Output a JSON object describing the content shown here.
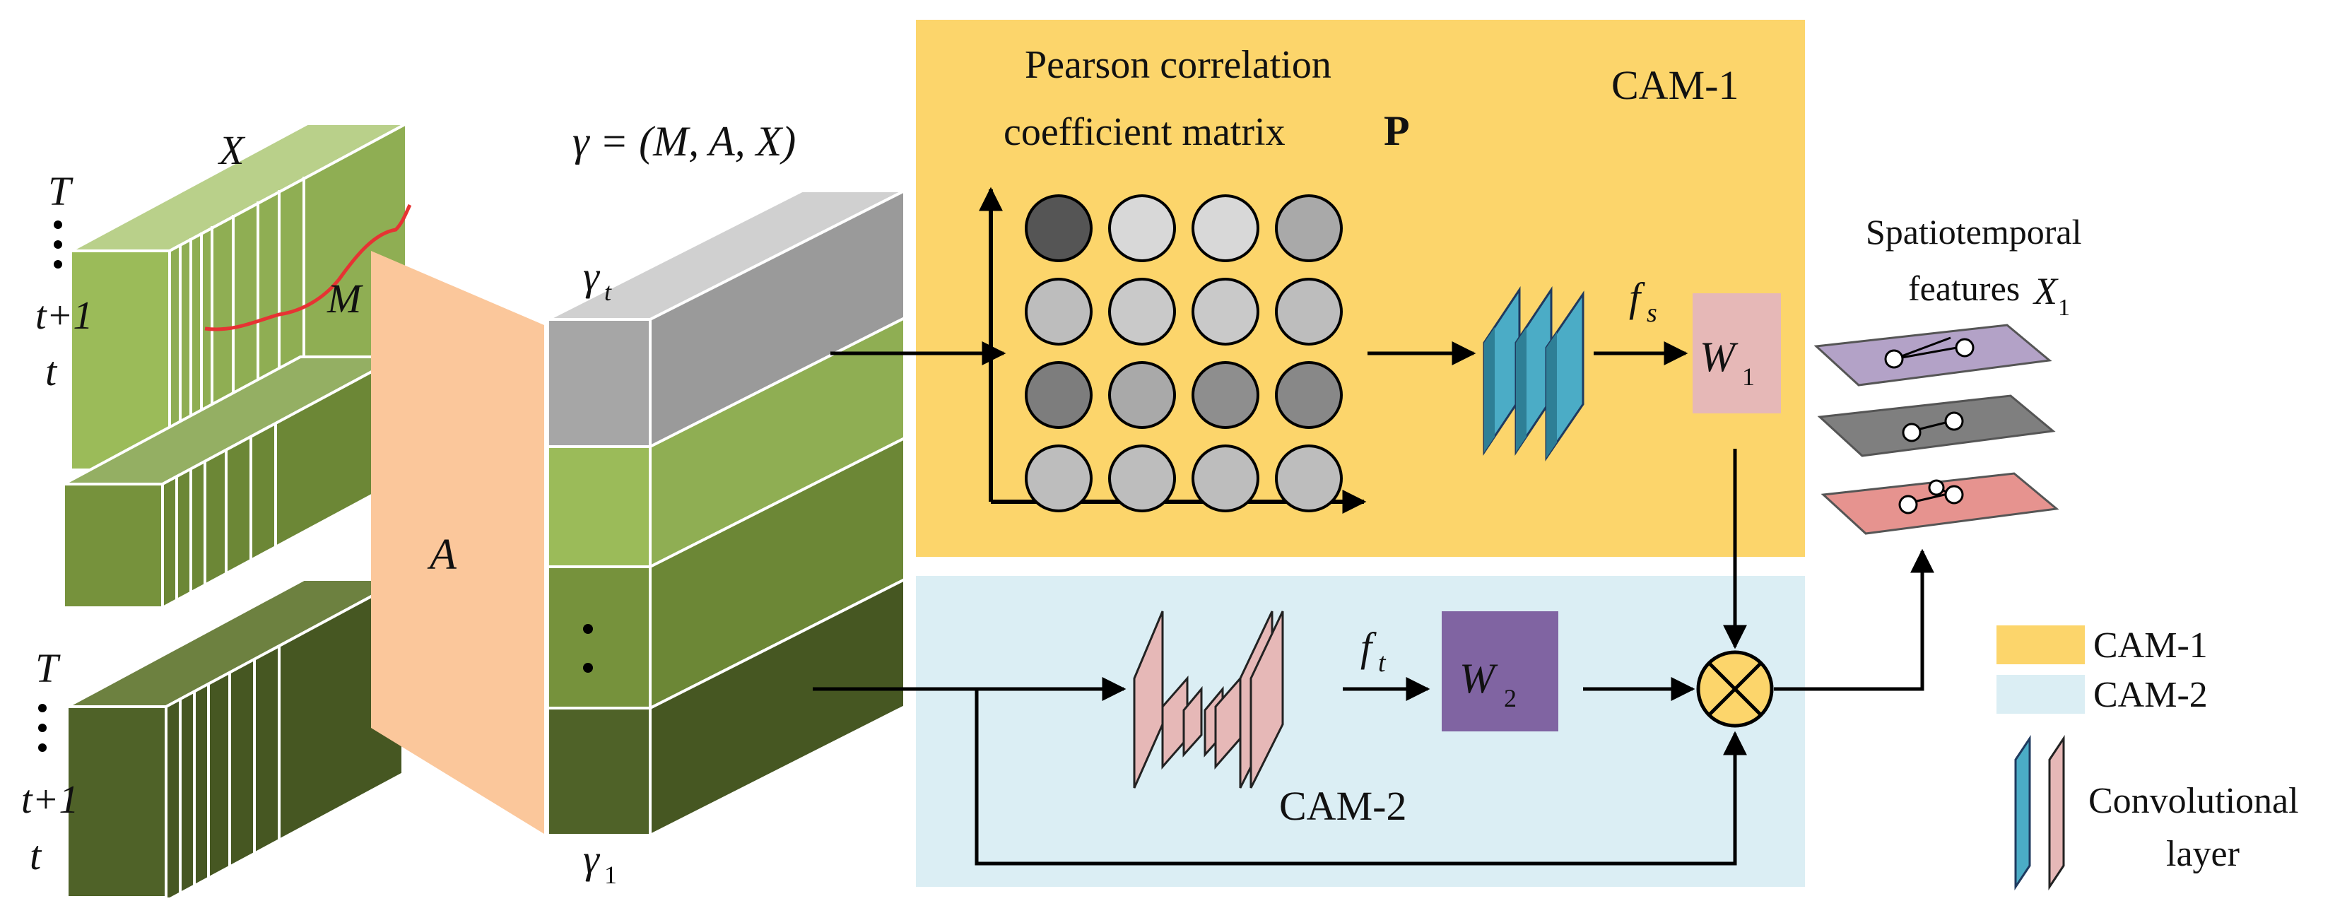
{
  "cam1": {
    "title": "CAM-1",
    "matrix_label_line1": "Pearson correlation",
    "matrix_label_line2": "coefficient matrix",
    "matrix_symbol": "P",
    "matrix_shades": [
      [
        "#555555",
        "#d8d8d8",
        "#d8d8d8",
        "#a9a9a9"
      ],
      [
        "#bdbdbd",
        "#c9c9c9",
        "#c9c9c9",
        "#bdbdbd"
      ],
      [
        "#7d7d7d",
        "#a9a9a9",
        "#8e8e8e",
        "#888888"
      ],
      [
        "#bdbdbd",
        "#bdbdbd",
        "#bdbdbd",
        "#bdbdbd"
      ]
    ],
    "fs_label": "f",
    "fs_sub": "s",
    "w1_label": "W",
    "w1_sub": "1",
    "color": "#fcd56b"
  },
  "cam2": {
    "title": "CAM-2",
    "ft_label": "f",
    "ft_sub": "t",
    "w2_label": "W",
    "w2_sub": "2",
    "color": "#dbeef4"
  },
  "input": {
    "x_label": "X",
    "m_label": "M",
    "a_label": "A",
    "t_upper_1": "T",
    "t_plus_1_a": "t+1",
    "t_lower_1": "t",
    "t_upper_2": "T",
    "t_plus_1_b": "t+1",
    "t_lower_2": "t"
  },
  "gamma": {
    "equation": "γ = (M, A, X)",
    "gamma_t": "γ",
    "gamma_t_sub": "t",
    "gamma_1": "γ",
    "gamma_1_sub": "1"
  },
  "output": {
    "label_line1": "Spatiotemporal",
    "label_line2": "features",
    "symbol": "X",
    "symbol_sub": "1"
  },
  "legend": {
    "cam1": "CAM-1",
    "cam2": "CAM-2",
    "conv_line1": "Convolutional",
    "conv_line2": "layer"
  },
  "colors": {
    "green_light": "#9bbb59",
    "green_mid": "#76923c",
    "green_dark": "#4f6228",
    "gray_block": "#a6a6a6",
    "peach": "#fbc79b",
    "blue_conv": "#4bacc6",
    "pink_conv": "#e6b8b7",
    "w1_fill": "#e6b8b7",
    "w2_fill": "#8064a2",
    "multiply_fill": "#fcd56b",
    "layer_purple": "#b3a2c7",
    "layer_gray": "#7f7f7f",
    "layer_pink": "#e6938f"
  }
}
